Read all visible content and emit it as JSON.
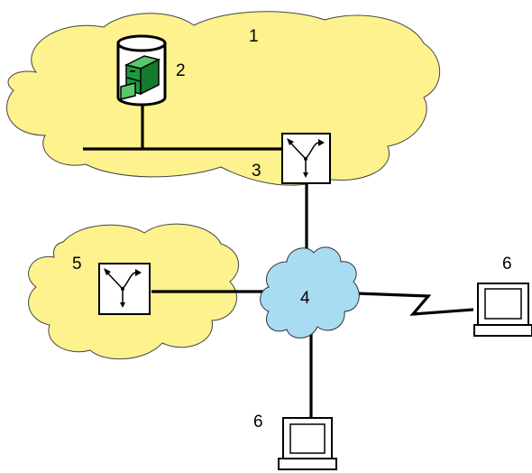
{
  "labels": {
    "lan_main": "1",
    "database": "2",
    "router_main": "3",
    "wan_cloud": "4",
    "lan_remote": "5",
    "terminal_right": "6",
    "terminal_bottom": "6"
  },
  "colors": {
    "lan_fill": "#fdf28d",
    "wan_fill": "#a8dcf3",
    "db_body": "#ffffff",
    "db_cabinet": "#1e9a3d",
    "line": "#000000"
  },
  "icons": {
    "database": "database-filing-cabinet-icon",
    "router": "router-switch-icon",
    "terminal": "computer-terminal-icon"
  }
}
